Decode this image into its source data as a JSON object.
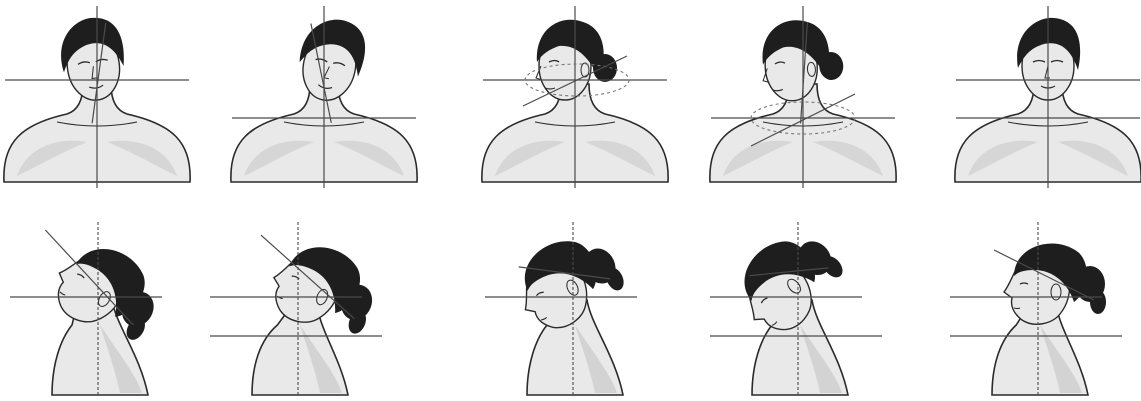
{
  "figure": {
    "kind": "illustration",
    "style": "grayscale line-art, head and neck posture reference",
    "background_color": "#ffffff",
    "colors": {
      "skin": "#e9e9e9",
      "skin_shade": "#c9c9c9",
      "hair": "#1e1e1e",
      "outline": "#2a2a2a",
      "reference_line": "#4a4a4a",
      "dashed_line": "#777777"
    },
    "rows": [
      {
        "view": "front",
        "panels": [
          {
            "pose": "neutral-tilt",
            "head_tilt_deg": -8,
            "head_turn": 0,
            "dashed_ellipse": "none"
          },
          {
            "pose": "lateral-tilt",
            "head_tilt_deg": 12,
            "head_turn": 0,
            "dashed_ellipse": "none"
          },
          {
            "pose": "head-rotation",
            "head_tilt_deg": 0,
            "head_turn": -1,
            "dashed_ellipse": "head"
          },
          {
            "pose": "head-rotation-on-neck",
            "head_tilt_deg": -4,
            "head_turn": -1,
            "dashed_ellipse": "neck"
          },
          {
            "pose": "neutral",
            "head_tilt_deg": 0,
            "head_turn": 0,
            "dashed_ellipse": "none"
          }
        ]
      },
      {
        "view": "side",
        "panels": [
          {
            "pose": "head-flexion",
            "head_tilt_deg": 30,
            "dashed_ellipse": "none"
          },
          {
            "pose": "neck-flexion",
            "head_tilt_deg": 22,
            "dashed_ellipse": "none"
          },
          {
            "pose": "head-extension",
            "head_tilt_deg": -25,
            "dashed_ellipse": "none"
          },
          {
            "pose": "neck-extension",
            "head_tilt_deg": -40,
            "dashed_ellipse": "none"
          },
          {
            "pose": "protraction",
            "head_tilt_deg": 0,
            "dashed_ellipse": "none"
          }
        ]
      }
    ]
  }
}
